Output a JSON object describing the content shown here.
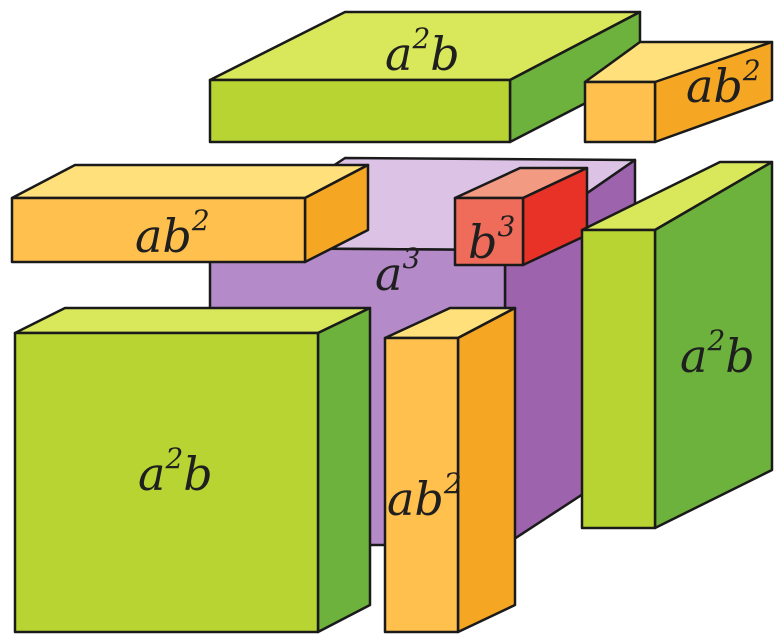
{
  "colors": {
    "green_front": "#b8d432",
    "green_top": "#d9e85a",
    "green_side": "#6db23c",
    "orange_front": "#ffc04d",
    "orange_top": "#ffe07a",
    "orange_side": "#f5a623",
    "purple_front": "#b48ac8",
    "purple_top": "#dcc3e5",
    "purple_side": "#9e63ad",
    "red_front": "#ef6b5a",
    "red_top": "#f29a82",
    "red_side": "#e83227"
  },
  "labels": {
    "top_slab": {
      "base": "a",
      "exp": "2",
      "tail": "b"
    },
    "top_right_bar": {
      "base": "ab",
      "exp": "2",
      "tail": ""
    },
    "left_bar": {
      "base": "ab",
      "exp": "2",
      "tail": ""
    },
    "center_cube": {
      "base": "a",
      "exp": "3",
      "tail": ""
    },
    "small_cube": {
      "base": "b",
      "exp": "3",
      "tail": ""
    },
    "right_slab": {
      "base": "a",
      "exp": "2",
      "tail": "b"
    },
    "front_slab": {
      "base": "a",
      "exp": "2",
      "tail": "b"
    },
    "front_bar": {
      "base": "ab",
      "exp": "2",
      "tail": ""
    }
  }
}
